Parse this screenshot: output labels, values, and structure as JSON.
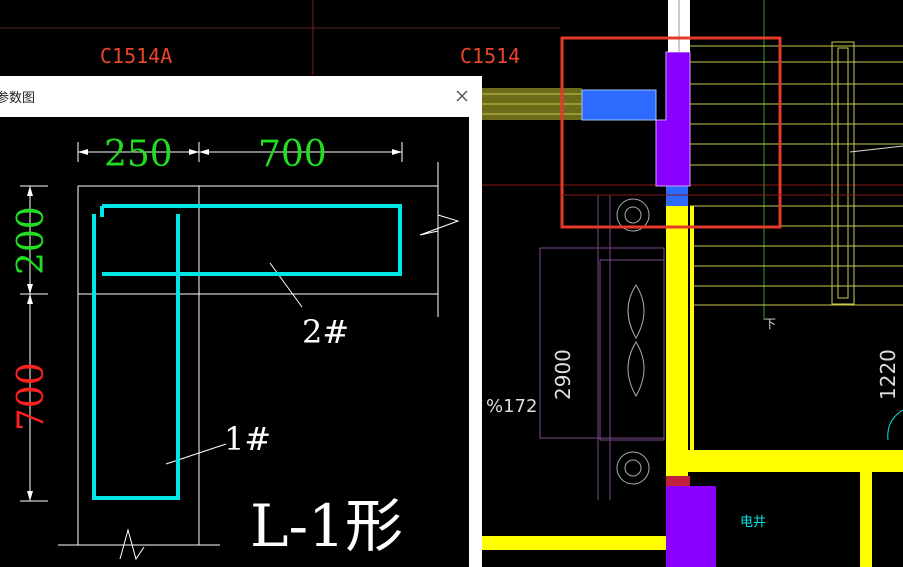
{
  "cad_background": {
    "labels": {
      "window_a": "C1514A",
      "window_b": "C1514",
      "dim_2900": "2900",
      "dim_1220": "1220",
      "ratio_text": "%172",
      "elec_shaft": "电井"
    },
    "colors": {
      "background": "#000000",
      "wall": "#ffff00",
      "column": "#8a00ff",
      "selection": "#e53a2a",
      "label_red": "#e8452a",
      "grid_green": "#2ea02e",
      "beam": "#2d6bff"
    }
  },
  "popup": {
    "title": "参数图",
    "close_icon": "close-icon",
    "diagram": {
      "dim_top_left": "250",
      "dim_top_right": "700",
      "dim_left_upper": "200",
      "dim_left_lower": "700",
      "bar_2": "2#",
      "bar_1": "1#",
      "shape_label": "L-1形"
    },
    "colors": {
      "rebar": "#00e5e5",
      "dim_green": "#22dd22",
      "dim_red": "#ff2020",
      "line_white": "#ffffff"
    }
  }
}
